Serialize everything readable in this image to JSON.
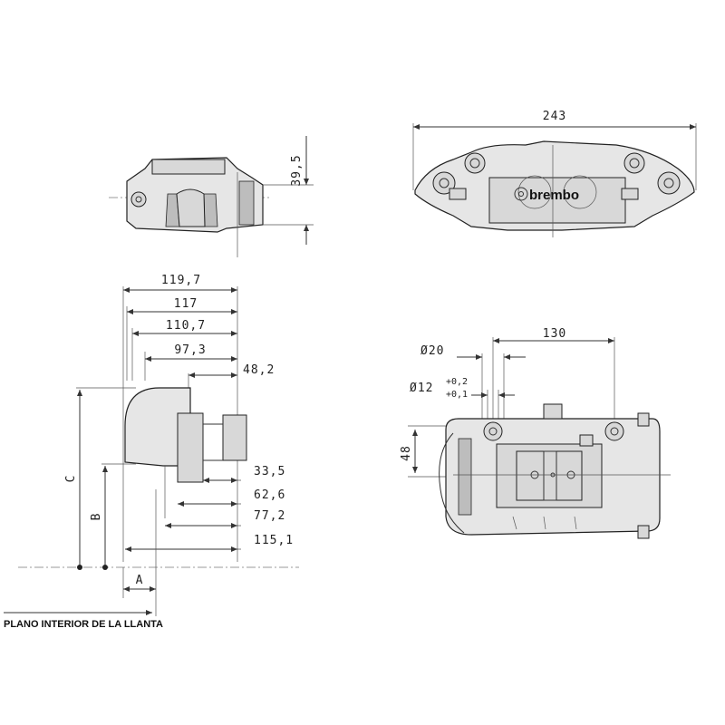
{
  "brand": {
    "logo_text": "brembo"
  },
  "side_view": {
    "height_dim": "39,5"
  },
  "front_view": {
    "width_dim": "243"
  },
  "section_view": {
    "dims_top": [
      "119,7",
      "117",
      "110,7",
      "97,3"
    ],
    "dim_right_top": "48,2",
    "dims_right": [
      "33,5",
      "62,6",
      "77,2",
      "115,1"
    ],
    "label_c": "C",
    "label_b": "B",
    "label_a": "A",
    "rim_plane_label": "PLANO INTERIOR DE LA LLANTA"
  },
  "mount_view": {
    "spacing_dim": "130",
    "bolt_hole_dim": "Ø20",
    "pin_hole_dim": "Ø12",
    "tol_upper": "+0,2",
    "tol_lower": "+0,1",
    "height_dim": "48"
  }
}
